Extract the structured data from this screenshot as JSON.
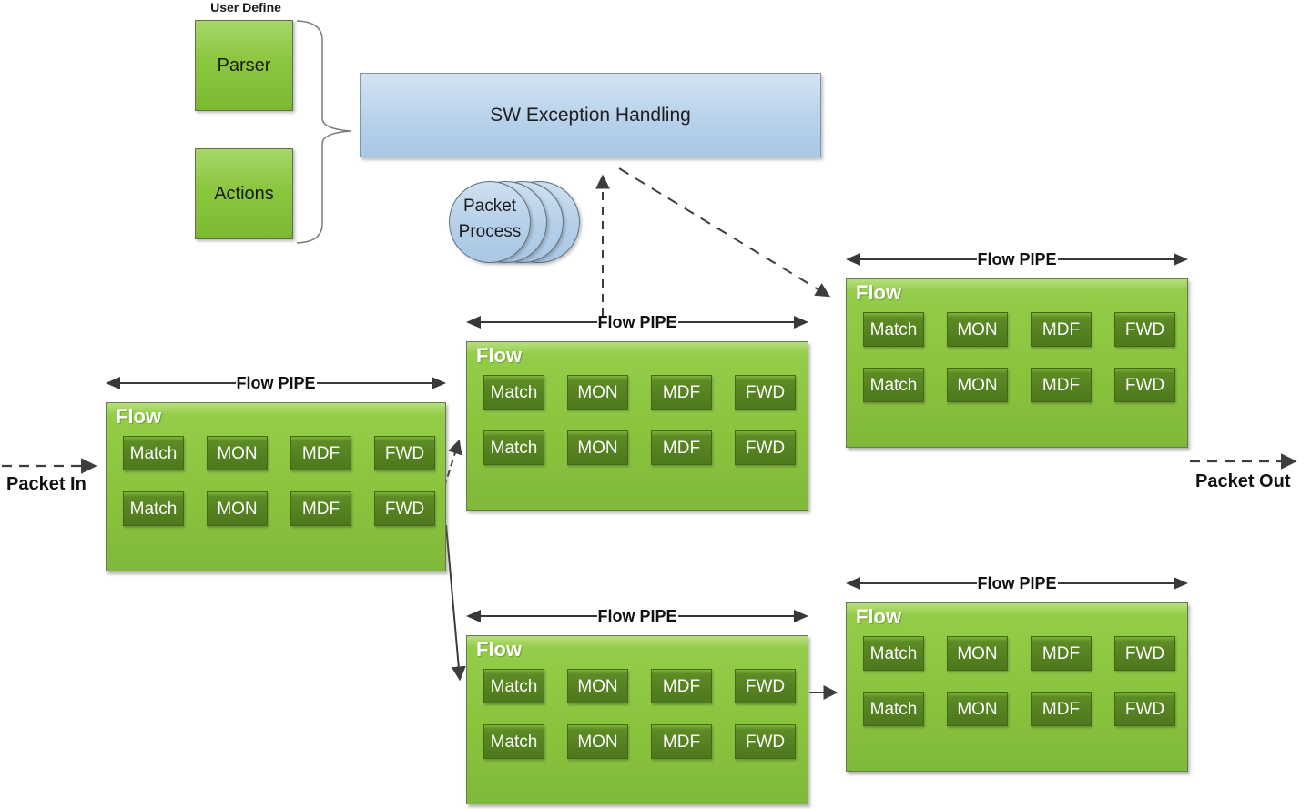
{
  "diagram": {
    "user_define_label": "User Define",
    "parser_label": "Parser",
    "actions_label": "Actions",
    "sw_exception_label": "SW Exception Handling",
    "packet_process_line1": "Packet",
    "packet_process_line2": "Process",
    "packet_in_label": "Packet In",
    "packet_out_label": "Packet Out"
  },
  "pipes": [
    {
      "id": "left",
      "pipe_label": "Flow PIPE",
      "flow_label": "Flow",
      "cells": [
        "Match",
        "MON",
        "MDF",
        "FWD",
        "Match",
        "MON",
        "MDF",
        "FWD"
      ]
    },
    {
      "id": "middle-top",
      "pipe_label": "Flow PIPE",
      "flow_label": "Flow",
      "cells": [
        "Match",
        "MON",
        "MDF",
        "FWD",
        "Match",
        "MON",
        "MDF",
        "FWD"
      ]
    },
    {
      "id": "right-top",
      "pipe_label": "Flow PIPE",
      "flow_label": "Flow",
      "cells": [
        "Match",
        "MON",
        "MDF",
        "FWD",
        "Match",
        "MON",
        "MDF",
        "FWD"
      ]
    },
    {
      "id": "middle-bottom",
      "pipe_label": "Flow PIPE",
      "flow_label": "Flow",
      "cells": [
        "Match",
        "MON",
        "MDF",
        "FWD",
        "Match",
        "MON",
        "MDF",
        "FWD"
      ]
    },
    {
      "id": "right-bottom",
      "pipe_label": "Flow PIPE",
      "flow_label": "Flow",
      "cells": [
        "Match",
        "MON",
        "MDF",
        "FWD",
        "Match",
        "MON",
        "MDF",
        "FWD"
      ]
    }
  ],
  "colors": {
    "flow_box_green": "#8ac43d",
    "cell_dark_green": "#4d781c",
    "user_box_green": "#8bc63f",
    "sw_box_blue": "#b8d2ea",
    "packet_process_blue": "#b5cfe8",
    "connector_gray": "#3d3d3d"
  }
}
